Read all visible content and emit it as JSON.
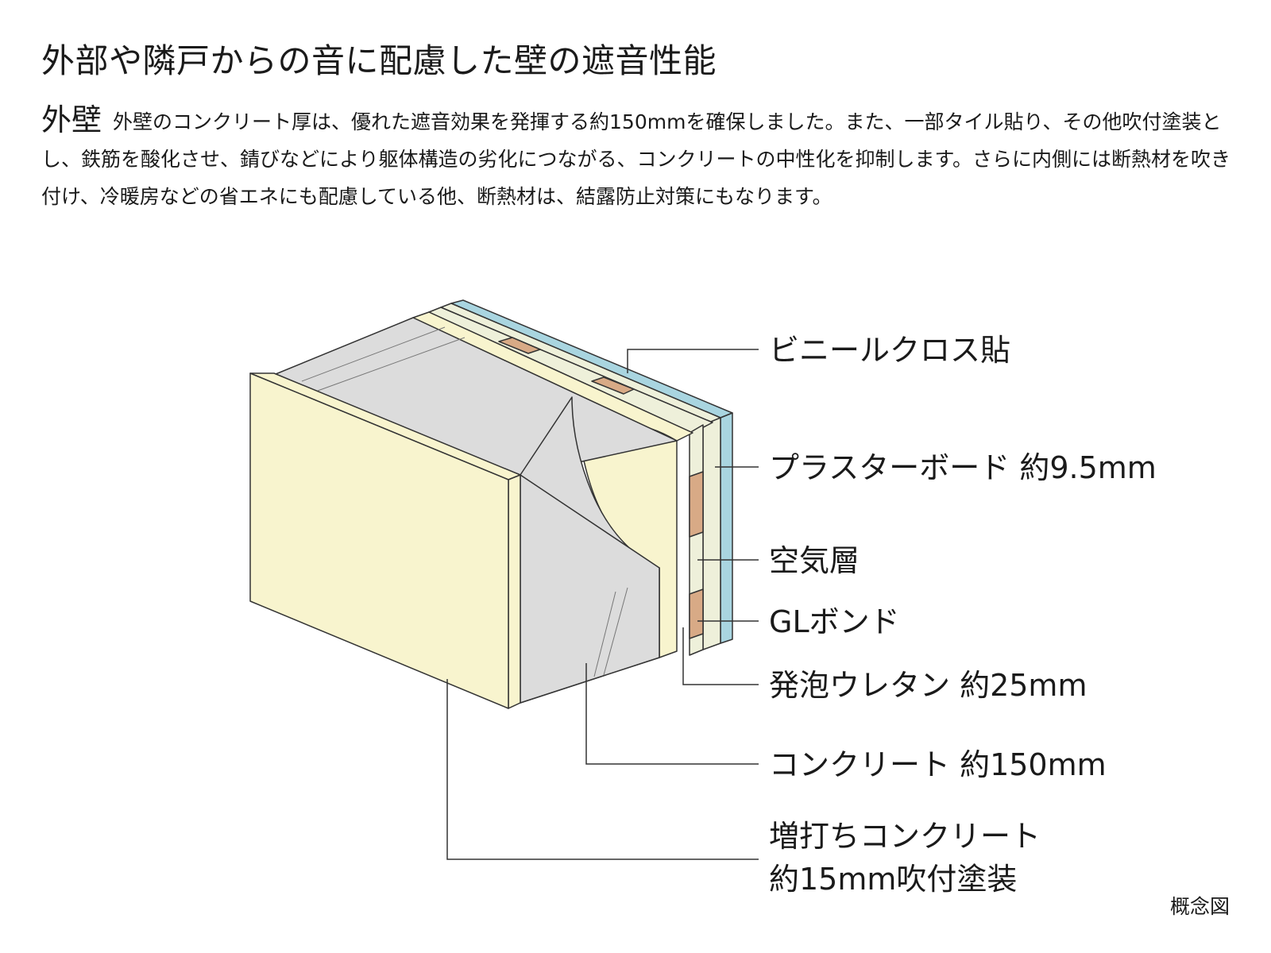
{
  "title": "外部や隣戸からの音に配慮した壁の遮音性能",
  "section": {
    "heading": "外壁",
    "body": "外壁のコンクリート厚は、優れた遮音効果を発揮する約150mmを確保しました。また、一部タイル貼り、その他吹付塗装とし、鉄筋を酸化させ、錆びなどにより躯体構造の劣化につながる、コンクリートの中性化を抑制します。さらに内側には断熱材を吹き付け、冷暖房などの省エネにも配慮している他、断熱材は、結露防止対策にもなります。"
  },
  "diagram": {
    "labels": {
      "vinyl_cloth": "ビニールクロス貼",
      "plasterboard": "プラスターボード 約9.5mm",
      "air_layer": "空気層",
      "gl_bond": "GLボンド",
      "urethane": "発泡ウレタン 約25mm",
      "concrete": "コンクリート 約150mm",
      "extra_concrete_line1": "増打ちコンクリート",
      "extra_concrete_line2": "約15mm吹付塗装"
    },
    "note": "概念図"
  },
  "colors": {
    "cream": "#f8f4ce",
    "concrete": "#dcdcdc",
    "bond": "#d8aa86",
    "board": "#eef0da",
    "cloth": "#a9d5e0",
    "line": "#333333"
  }
}
